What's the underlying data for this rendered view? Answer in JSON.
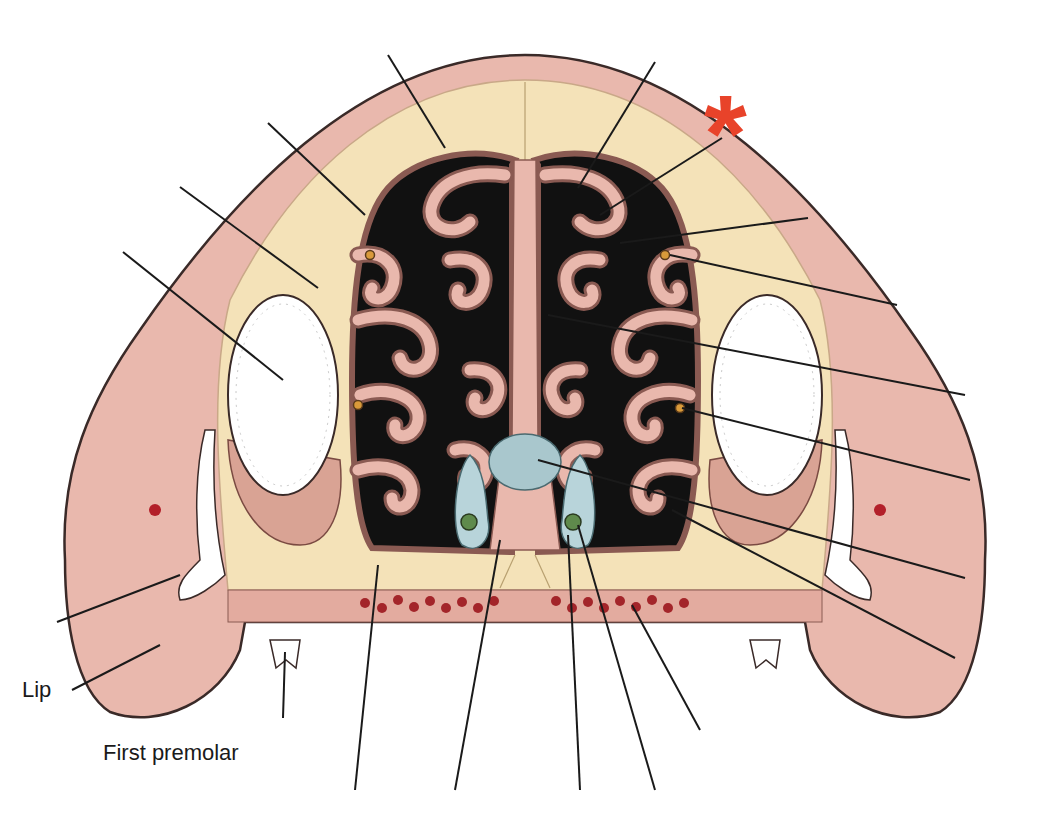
{
  "diagram": {
    "labels": [
      "*",
      "Lip",
      "First premolar"
    ]
  }
}
